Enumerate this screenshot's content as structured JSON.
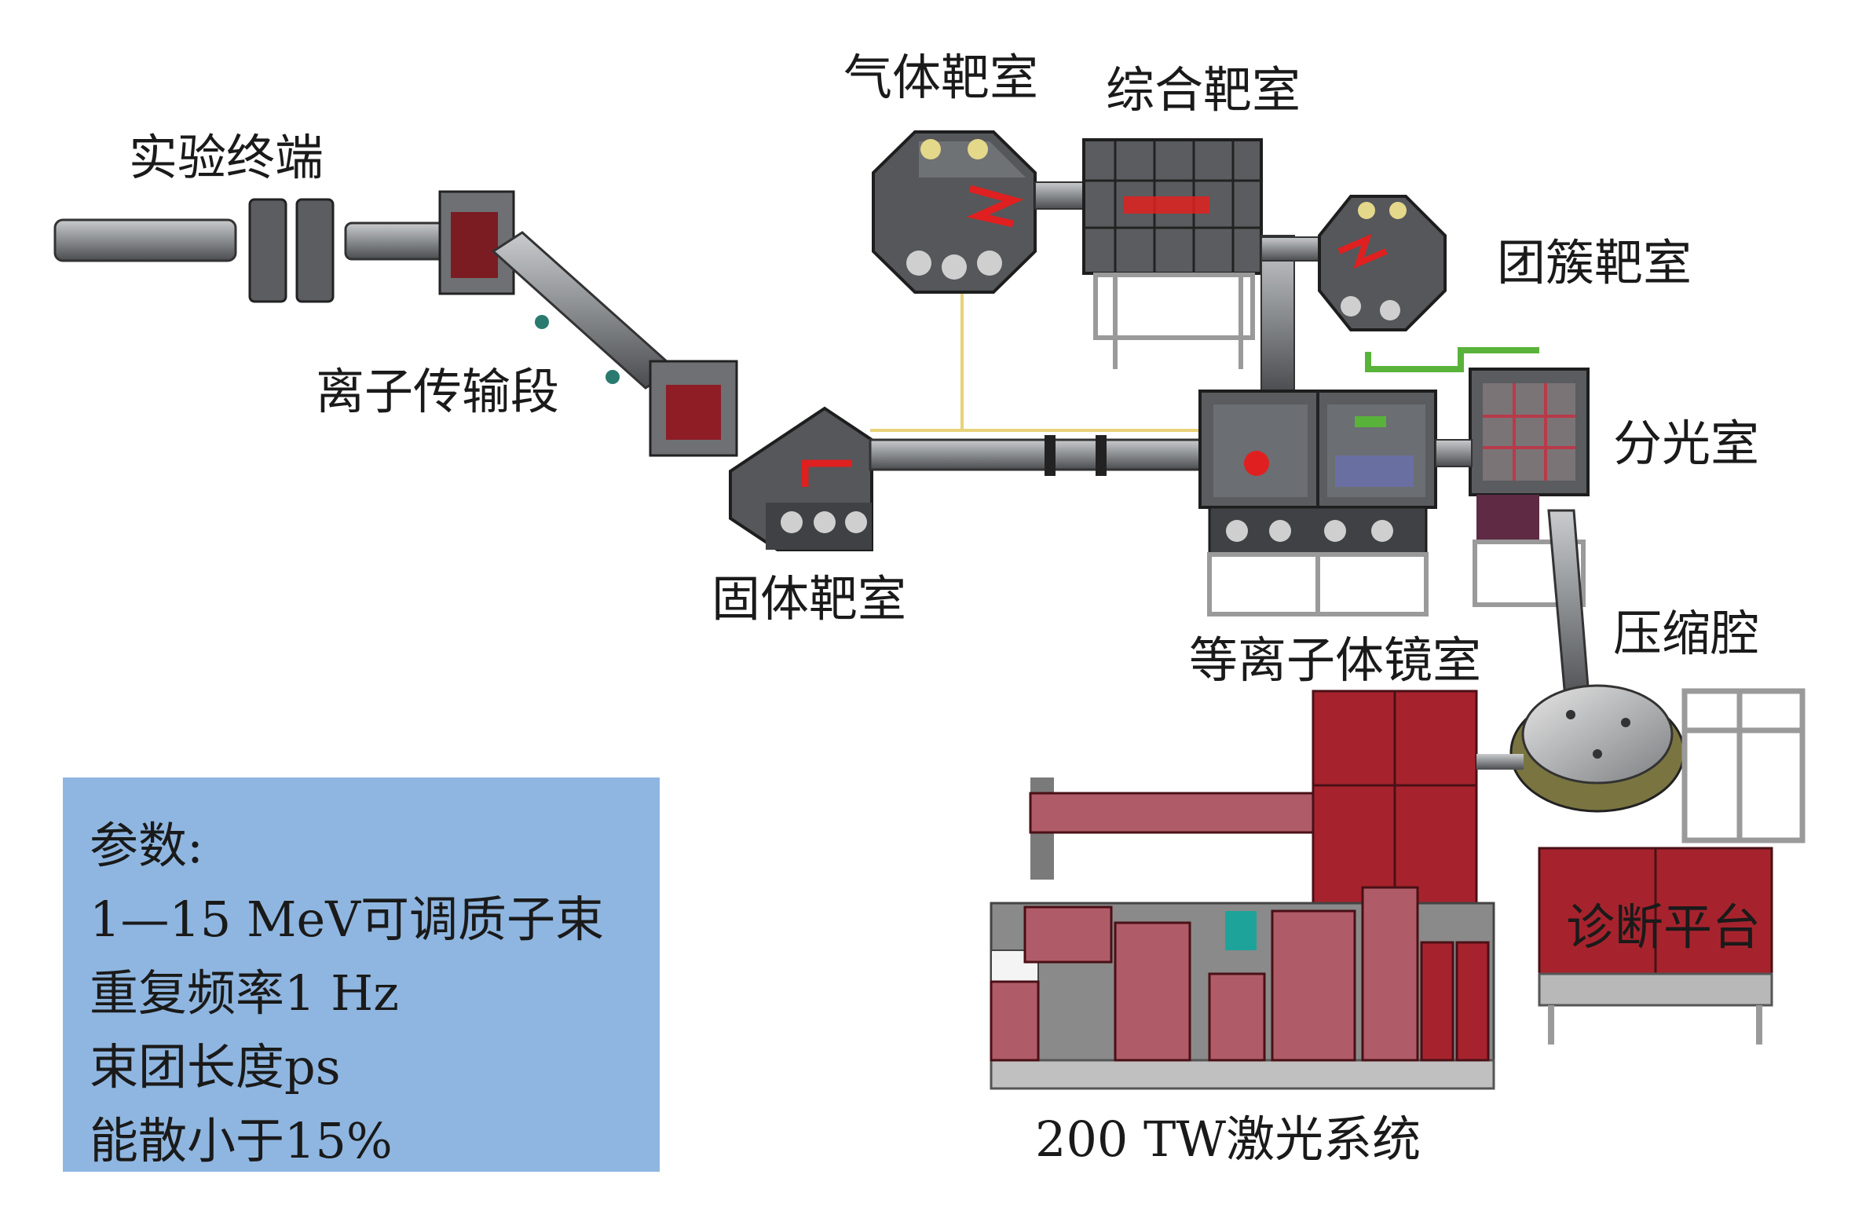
{
  "labels": {
    "experiment_terminal": "实验终端",
    "ion_transport": "离子传输段",
    "gas_target_chamber": "气体靶室",
    "integrated_target_chamber": "综合靶室",
    "cluster_target_chamber": "团簇靶室",
    "beam_splitter_chamber": "分光室",
    "solid_target_chamber": "固体靶室",
    "plasma_mirror_chamber": "等离子体镜室",
    "compressor_chamber": "压缩腔",
    "diagnostic_platform": "诊断平台",
    "laser_system": "200 TW激光系统"
  },
  "params": {
    "title": "参数:",
    "lines": [
      "1—15 MeV可调质子束",
      "重复频率1 Hz",
      "束团长度ps",
      "能散小于15%"
    ]
  },
  "colors": {
    "steel": "#6f7275",
    "steel_dark": "#3d3f42",
    "laser_red": "#e02020",
    "cabinet_red": "#a6232d",
    "cabinet_pink": "#b05c68",
    "frame": "#9a9a9a",
    "beam_yellow": "#e8d27a",
    "panel_blue": "#8fb6e0",
    "green": "#59b33a"
  }
}
